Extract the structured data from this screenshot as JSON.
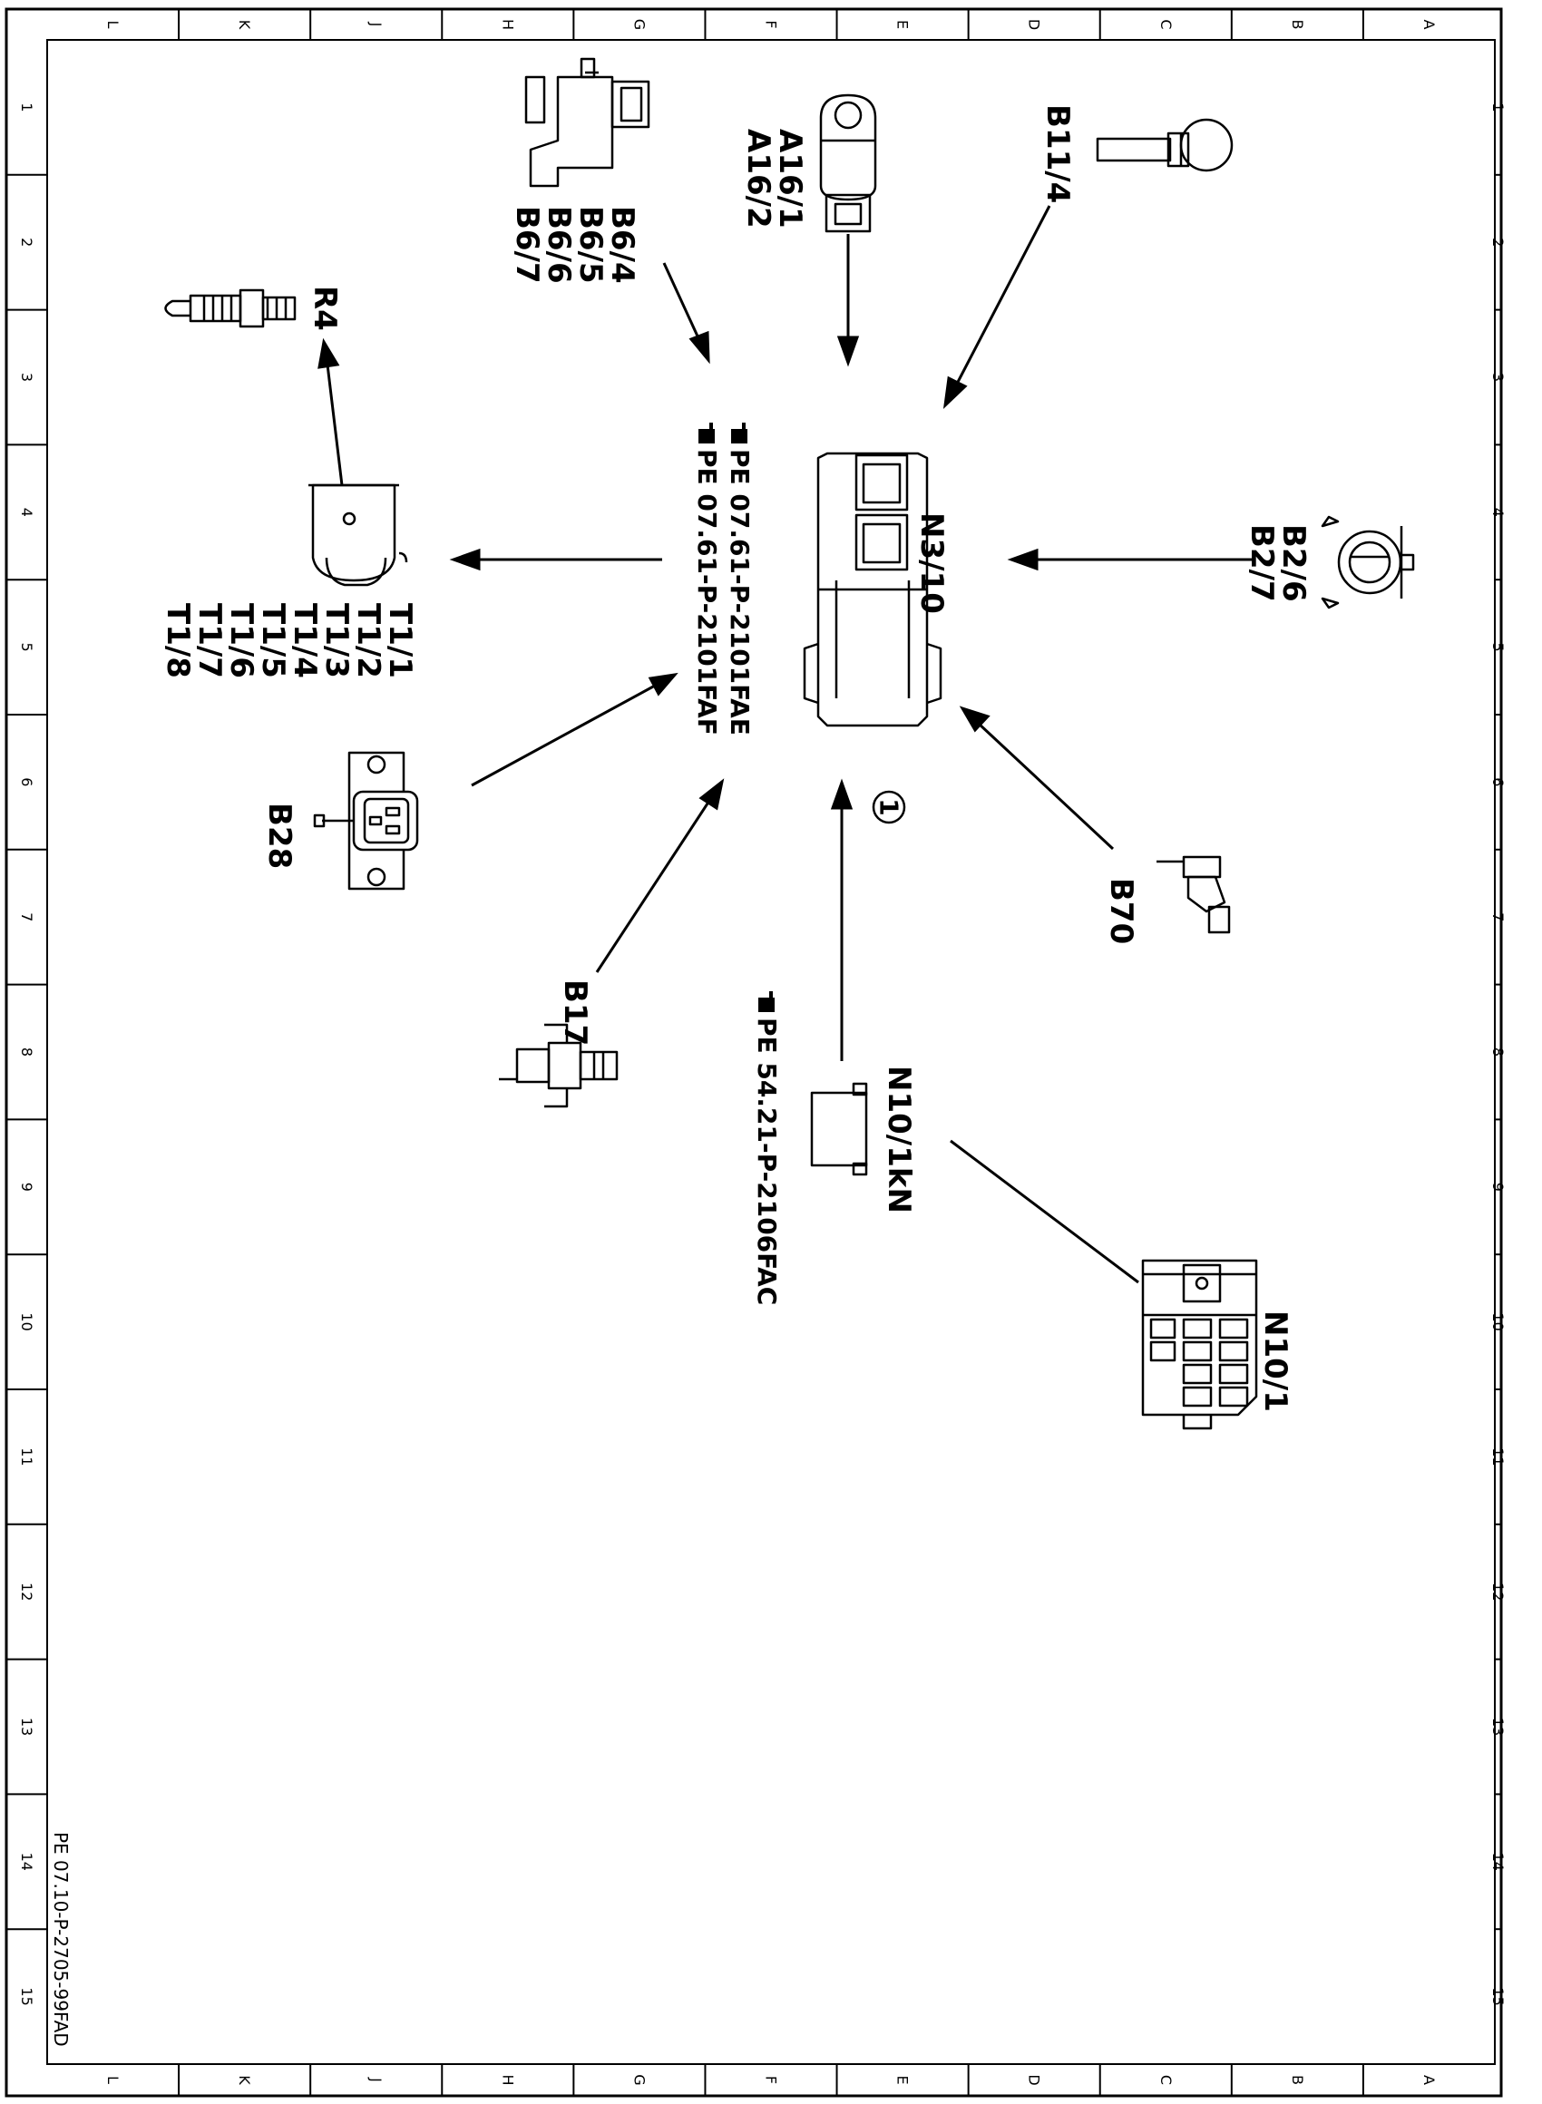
{
  "grid": {
    "columns": [
      "L",
      "K",
      "J",
      "H",
      "G",
      "F",
      "E",
      "D",
      "C",
      "B",
      "A"
    ],
    "rows": [
      "1",
      "2",
      "3",
      "4",
      "5",
      "6",
      "7",
      "8",
      "9",
      "10",
      "11",
      "12",
      "13",
      "14",
      "15"
    ]
  },
  "components": {
    "ecu": "N3/10",
    "knock": [
      "A16/1",
      "A16/2"
    ],
    "camshaft": [
      "B6/4",
      "B6/5",
      "B6/6",
      "B6/7"
    ],
    "coolant": "B11/4",
    "plug": "R4",
    "coils": [
      "T1/1",
      "T1/2",
      "T1/3",
      "T1/4",
      "T1/5",
      "T1/6",
      "T1/7",
      "T1/8"
    ],
    "oxygen": [
      "B2/6",
      "B2/7"
    ],
    "b28": "B28",
    "b70": "B70",
    "b17": "B17",
    "relay": "N10/1kN",
    "sam": "N10/1"
  },
  "references": {
    "ecu_ref1": "PE 07.61-P-2101FAE",
    "ecu_ref2": "PE 07.61-P-2101FAF",
    "relay_ref": "PE 54.21-P-2106FAC"
  },
  "callout": "1",
  "footer": "PE 07.10-P-2705-99FAD"
}
